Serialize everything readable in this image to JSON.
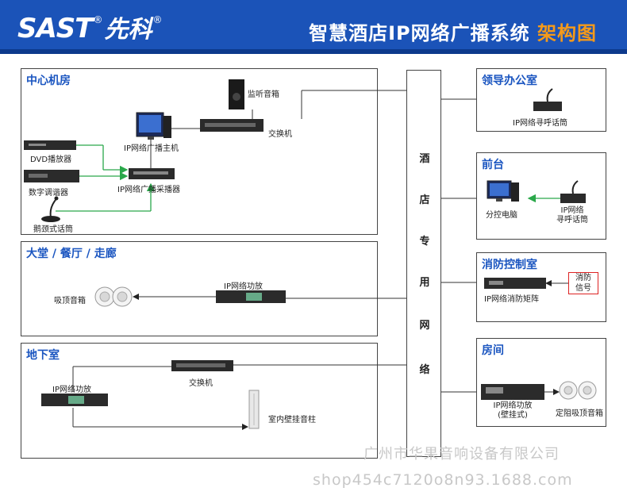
{
  "header": {
    "logo_text": "SAST",
    "logo_reg": "®",
    "logo_cn": "先科",
    "title_main": "智慧酒店IP网络广播系统 ",
    "title_highlight": "架构图"
  },
  "network": {
    "chars": [
      "酒",
      "店",
      "专",
      "用",
      "网",
      "络"
    ]
  },
  "sections": {
    "machine_room": {
      "title": "中心机房",
      "labels": {
        "monitor_speaker": "监听音箱",
        "switch": "交换机",
        "ip_host": "IP网络广播主机",
        "dvd": "DVD播放器",
        "tuner": "数字调谐器",
        "collector": "IP网络广播采播器",
        "gooseneck_mic": "鹅颈式话筒"
      }
    },
    "lobby": {
      "title": "大堂 / 餐厅 / 走廊",
      "labels": {
        "amplifier": "IP网络功放",
        "ceiling_speaker": "吸顶音箱"
      }
    },
    "basement": {
      "title": "地下室",
      "labels": {
        "switch": "交换机",
        "amplifier": "IP网络功放",
        "column_speaker": "室内壁挂音柱"
      }
    },
    "office": {
      "title": "领导办公室",
      "labels": {
        "paging_mic": "IP网络寻呼话筒"
      }
    },
    "front_desk": {
      "title": "前台",
      "labels": {
        "pc": "分控电脑",
        "paging_mic_line1": "IP网络",
        "paging_mic_line2": "寻呼话筒"
      }
    },
    "fire_control": {
      "title": "消防控制室",
      "labels": {
        "fire_matrix": "IP网络消防矩阵",
        "fire_signal_line1": "消防",
        "fire_signal_line2": "信号"
      }
    },
    "room": {
      "title": "房间",
      "labels": {
        "amplifier_line1": "IP网络功放",
        "amplifier_line2": "(壁挂式)",
        "ceiling_speaker": "定阻吸顶音箱"
      }
    }
  },
  "watermarks": {
    "company": "广州市华果音响设备有限公司",
    "shop": "shop454c7120o8n93.1688.com"
  },
  "colors": {
    "header_blue": "#1b53b8",
    "title_blue": "#1a55c0",
    "highlight_orange": "#f59a1a",
    "signal_green": "#2aa84a",
    "fire_red": "#dd2222"
  }
}
